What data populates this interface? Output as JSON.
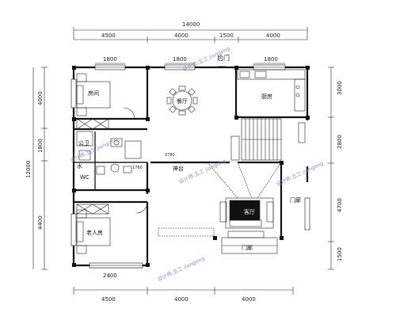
{
  "dimensions": {
    "top_total": "14000",
    "top": [
      "4500",
      "4000",
      "1500",
      "4000"
    ],
    "bottom": [
      "4500",
      "4000",
      "4000"
    ],
    "bottom_window": "2400",
    "left_total": "12000",
    "left": [
      "4000",
      "1800",
      "4400"
    ],
    "right": [
      "3000",
      "2800",
      "4700",
      "1500"
    ],
    "windows_top": [
      "1800",
      "1800",
      "1800"
    ],
    "small_a": "3780",
    "small_b": "1760"
  },
  "rooms": {
    "back_door": "后门",
    "bedroom": "房间",
    "dining": "餐厅",
    "kitchen": "厨房",
    "public_wc": "公卫",
    "water": "水",
    "wc": "WC",
    "altar": "神台",
    "living": "客厅",
    "elder_room": "老人房",
    "porch": "门廊",
    "door_porch": "门廊"
  },
  "watermark": "设计师:五工  jiangong"
}
